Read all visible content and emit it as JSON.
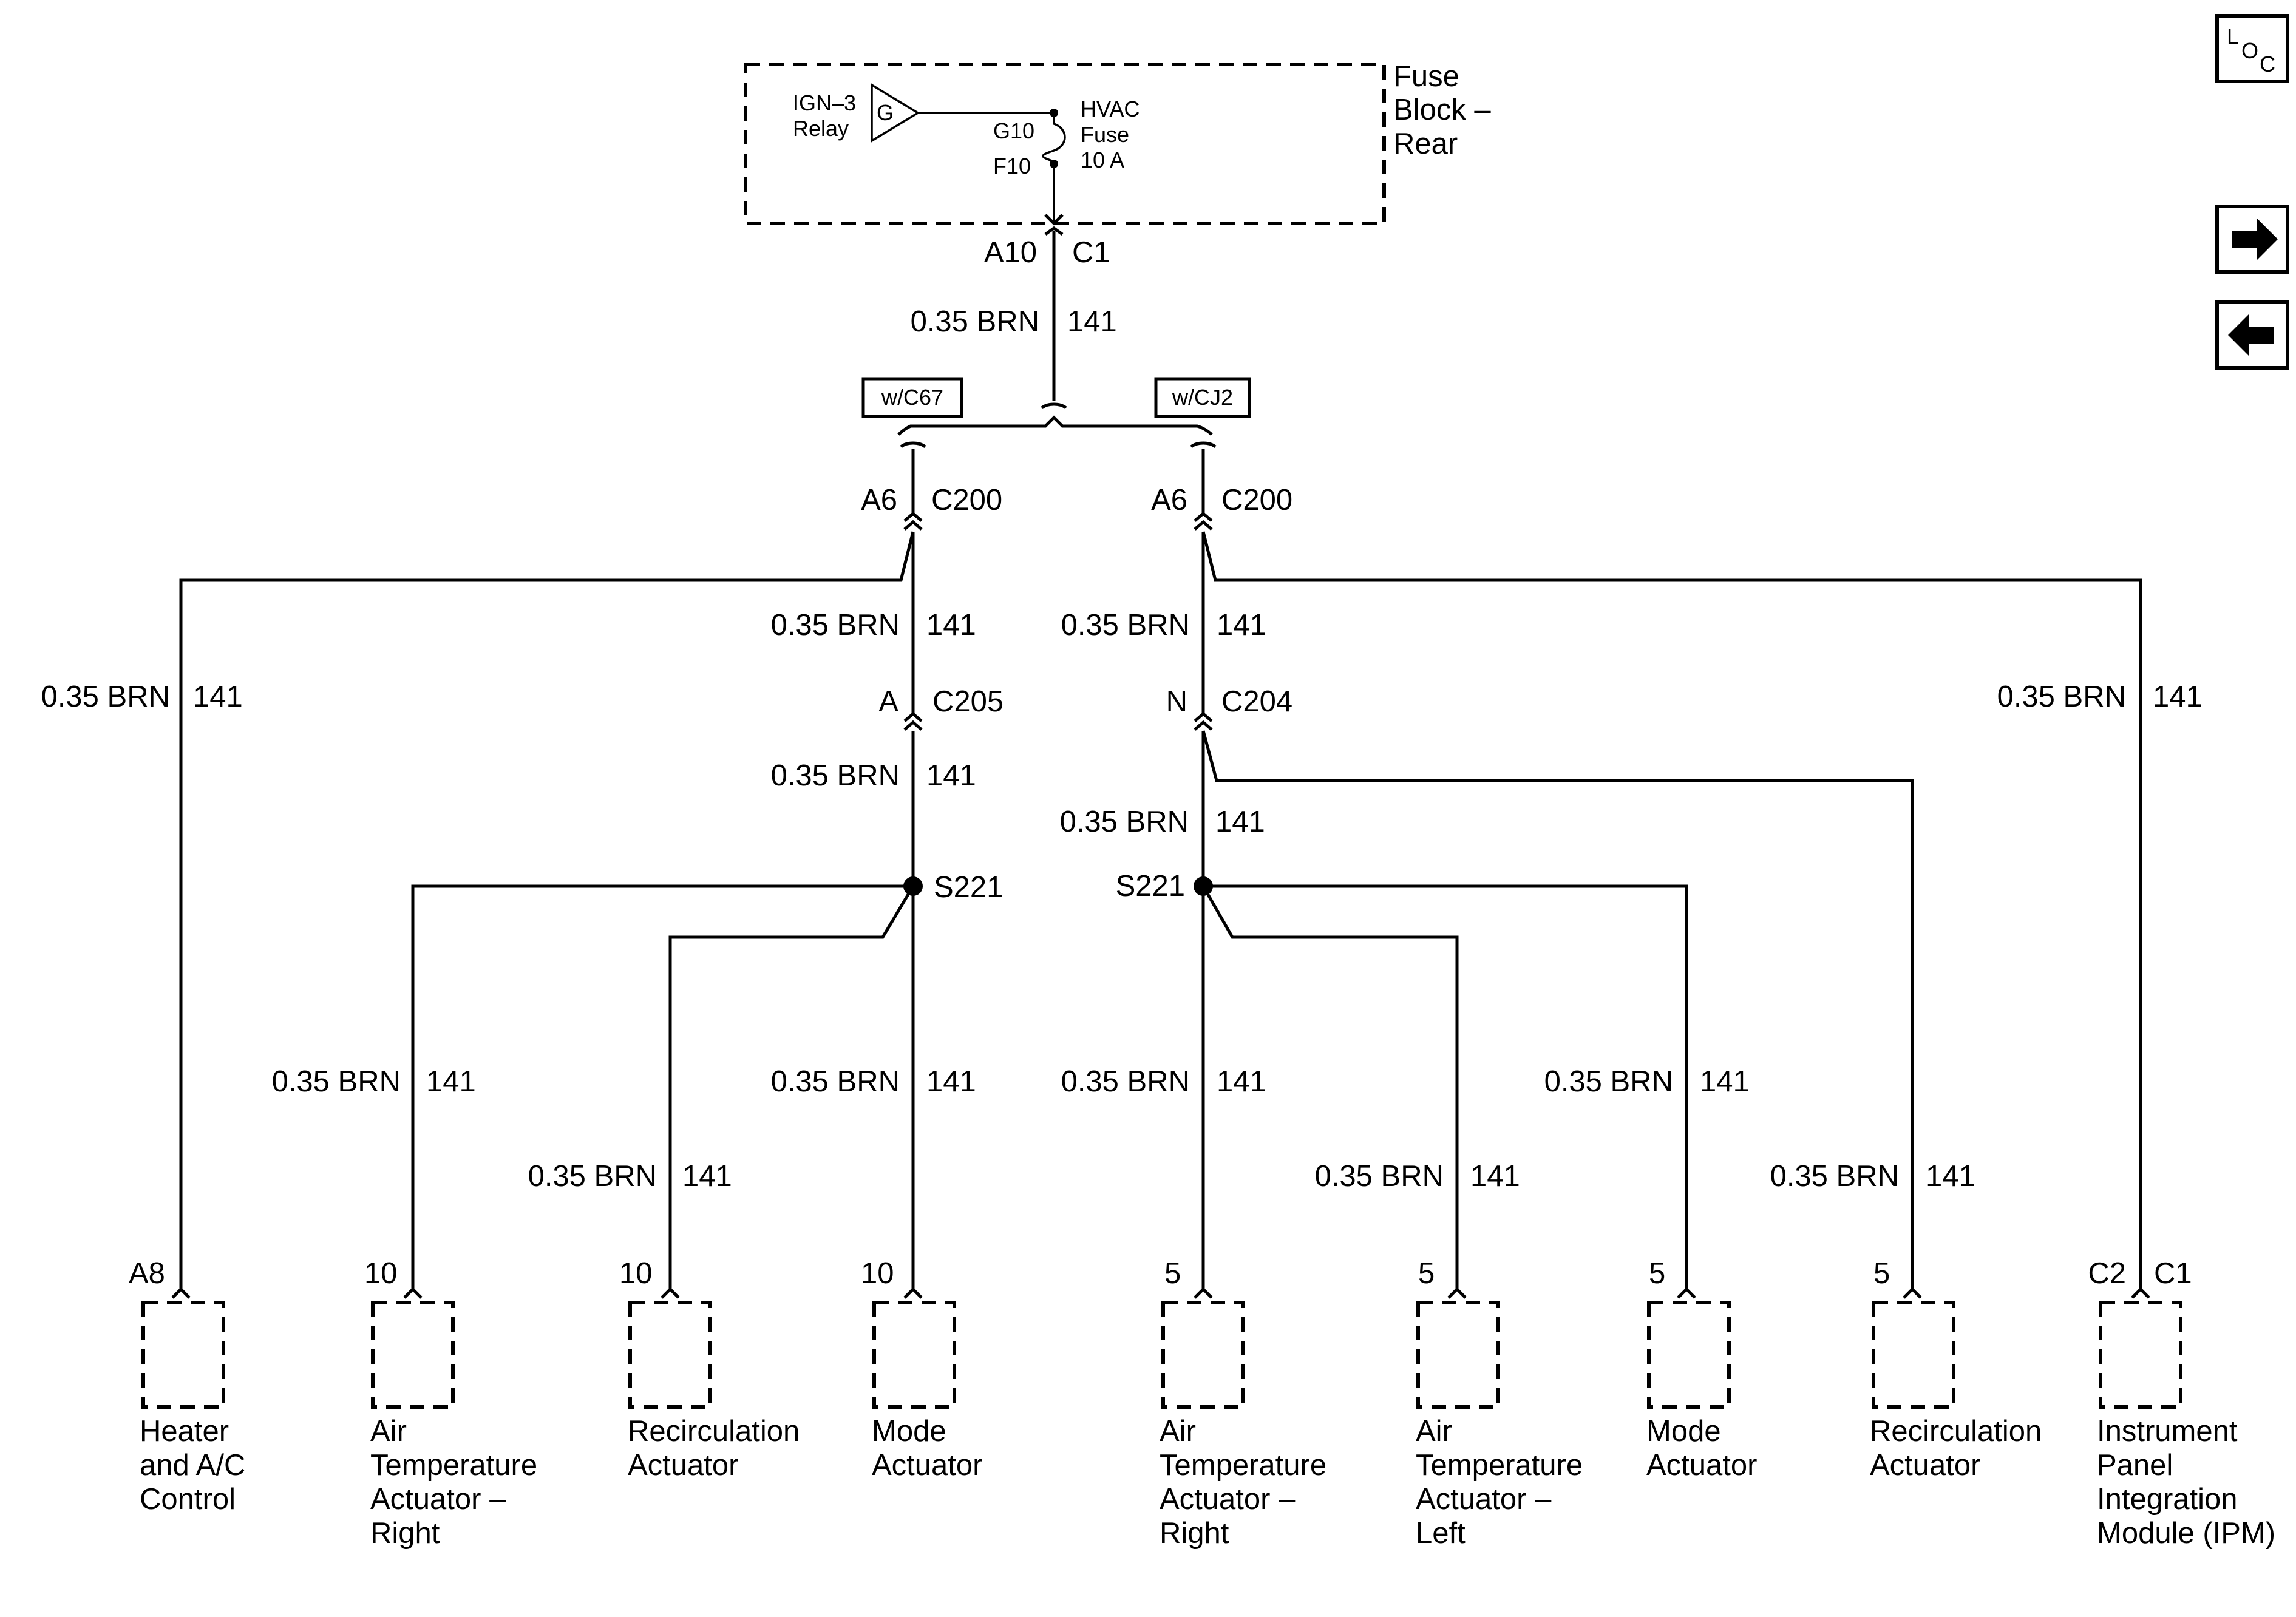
{
  "fuse_block": {
    "title_lines": [
      "Fuse",
      "Block –",
      "Rear"
    ],
    "relay_lines": [
      "IGN–3",
      "Relay"
    ],
    "relay_symbol": "G",
    "fuse_lines": [
      "HVAC",
      "Fuse",
      "10 A"
    ],
    "pin_top": "G10",
    "pin_bottom": "F10"
  },
  "main_connector": {
    "pin": "A10",
    "name": "C1"
  },
  "main_wire": {
    "gauge_color": "0.35 BRN",
    "circuit": "141"
  },
  "option_tags": {
    "left": "w/C67",
    "right": "w/CJ2"
  },
  "branch_connectors": {
    "left": {
      "pin": "A6",
      "name": "C200"
    },
    "right": {
      "pin": "A6",
      "name": "C200"
    }
  },
  "mid_connectors": {
    "left": {
      "pin": "A",
      "name": "C205"
    },
    "right": {
      "pin": "N",
      "name": "C204"
    }
  },
  "splices": {
    "left": "S221",
    "right": "S221"
  },
  "wire_label": {
    "gauge_color": "0.35 BRN",
    "circuit": "141"
  },
  "components": [
    {
      "pin": "A8",
      "lines": [
        "Heater",
        "and A/C",
        "Control"
      ]
    },
    {
      "pin": "10",
      "lines": [
        "Air",
        "Temperature",
        "Actuator –",
        "Right"
      ]
    },
    {
      "pin": "10",
      "lines": [
        "Recirculation",
        "Actuator"
      ]
    },
    {
      "pin": "10",
      "lines": [
        "Mode",
        "Actuator"
      ]
    },
    {
      "pin": "5",
      "lines": [
        "Air",
        "Temperature",
        "Actuator –",
        "Right"
      ]
    },
    {
      "pin": "5",
      "lines": [
        "Air",
        "Temperature",
        "Actuator –",
        "Left"
      ]
    },
    {
      "pin": "5",
      "lines": [
        "Mode",
        "Actuator"
      ]
    },
    {
      "pin": "5",
      "lines": [
        "Recirculation",
        "Actuator"
      ]
    },
    {
      "pin": "C2",
      "pin2": "C1",
      "lines": [
        "Instrument",
        "Panel",
        "Integration",
        "Module (IPM)"
      ]
    }
  ],
  "nav": {
    "loc_icon": "location-icon",
    "next_icon": "arrow-right-icon",
    "prev_icon": "arrow-left-icon",
    "loc_letters": [
      "L",
      "O",
      "C"
    ]
  }
}
